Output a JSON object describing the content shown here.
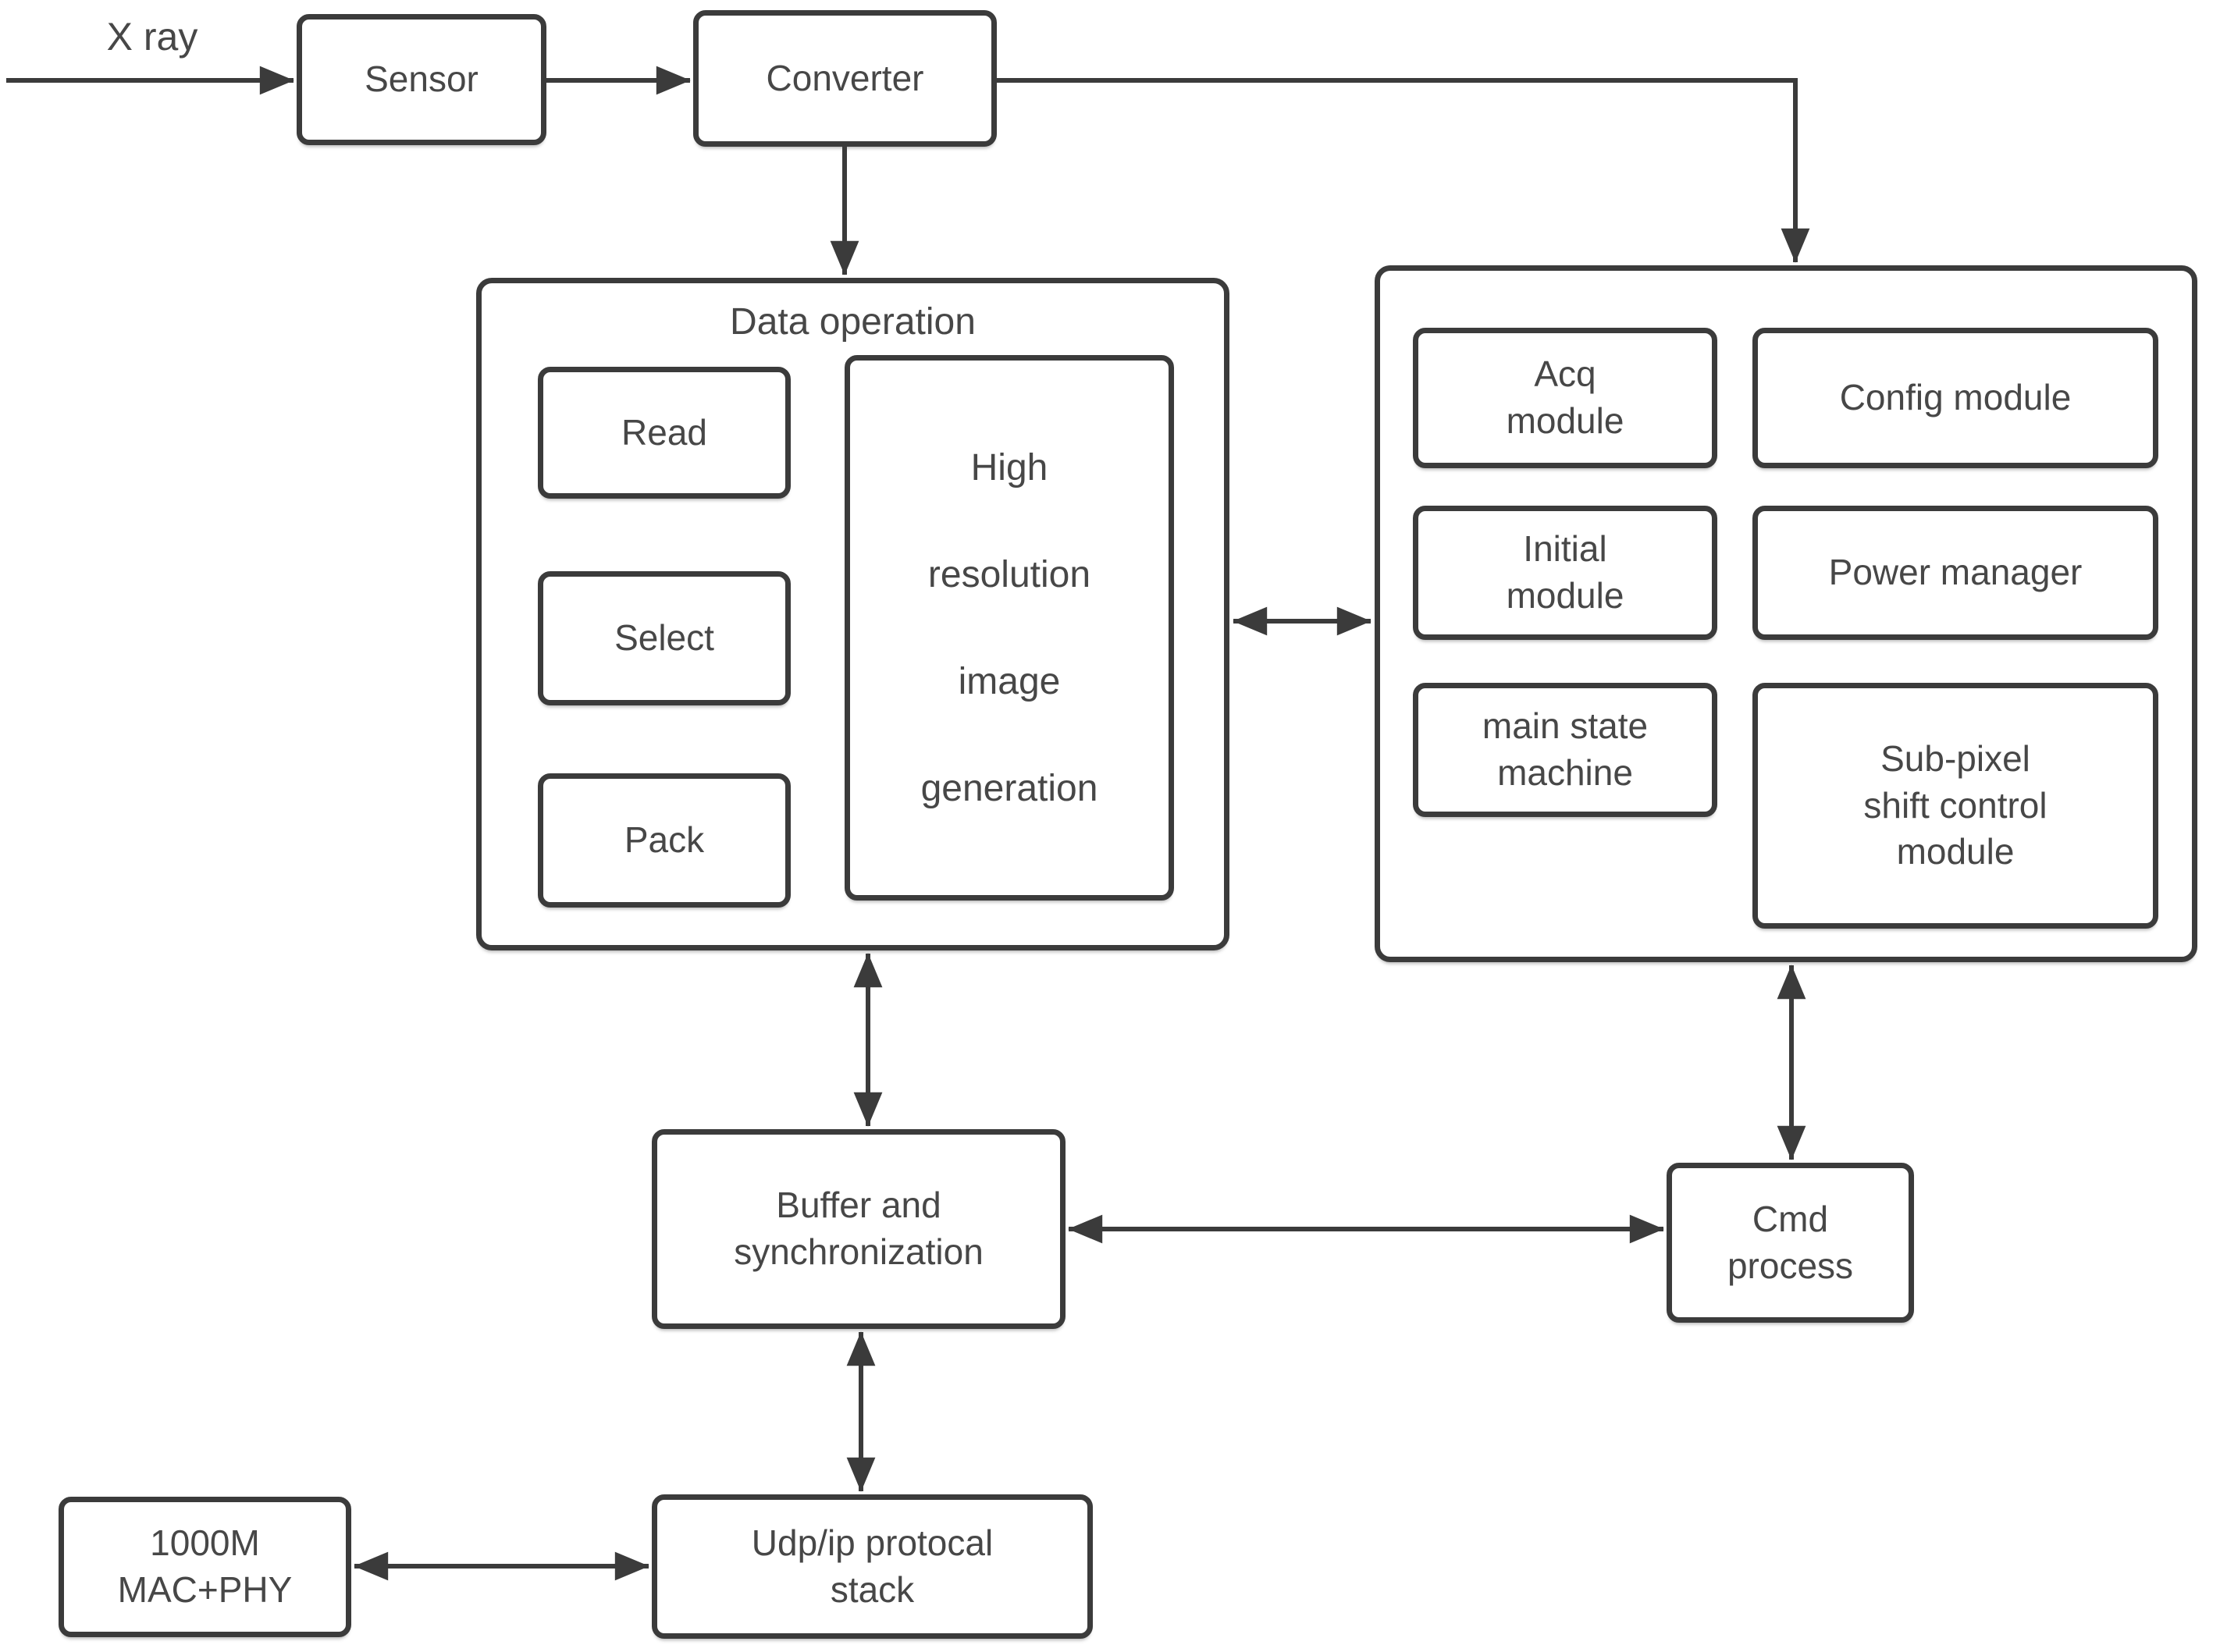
{
  "figure": {
    "type": "block-diagram",
    "input_label": "X ray"
  },
  "nodes": {
    "sensor": {
      "label": "Sensor"
    },
    "converter": {
      "label": "Converter"
    },
    "data_operation": {
      "title": "Data operation",
      "read": {
        "label": "Read"
      },
      "select": {
        "label": "Select"
      },
      "pack": {
        "label": "Pack"
      },
      "high_resolution": {
        "label": [
          "High",
          "resolution",
          "image",
          "generation"
        ]
      }
    },
    "control": {
      "acq": {
        "label": [
          "Acq",
          "module"
        ]
      },
      "config": {
        "label": "Config module"
      },
      "initial": {
        "label": [
          "Initial",
          "module"
        ]
      },
      "power": {
        "label": "Power manager"
      },
      "main_state": {
        "label": [
          "main state",
          "machine"
        ]
      },
      "subpixel": {
        "label": [
          "Sub-pixel",
          "shift control",
          "module"
        ]
      }
    },
    "buffer": {
      "label": [
        "Buffer and",
        "synchronization"
      ]
    },
    "cmd": {
      "label": [
        "Cmd",
        "process"
      ]
    },
    "udp": {
      "label": [
        "Udp/ip protocal",
        "stack"
      ]
    },
    "mac": {
      "label": [
        "1000M",
        "MAC+PHY"
      ]
    }
  },
  "colors": {
    "line": "#3b3b3b",
    "text": "#474747",
    "background": "#ffffff"
  }
}
